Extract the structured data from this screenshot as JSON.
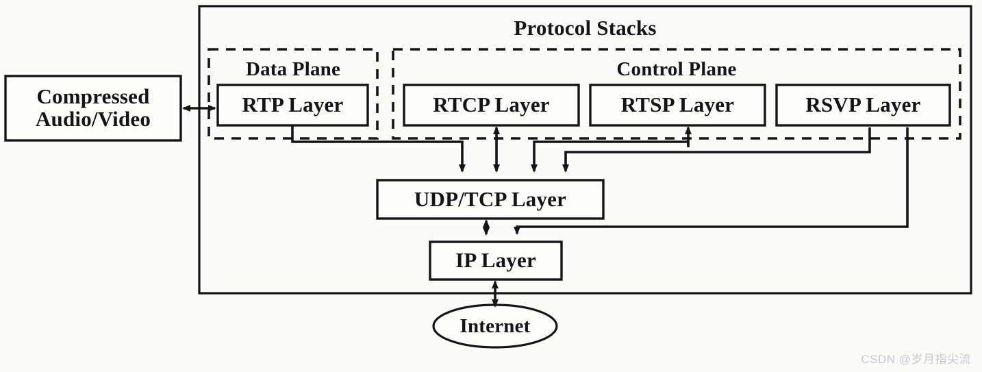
{
  "figure": {
    "title": "Protocol Stacks",
    "type": "block-diagram",
    "background_color": "#fbfbfa",
    "stroke_color": "#151515"
  },
  "groups": {
    "outer": {
      "label": "Protocol Stacks",
      "border_style": "solid"
    },
    "data_plane": {
      "label": "Data Plane",
      "border_style": "dashed"
    },
    "control_plane": {
      "label": "Control Plane",
      "border_style": "dashed"
    }
  },
  "nodes": {
    "source": {
      "label": "Compressed\nAudio/Video",
      "shape": "rect"
    },
    "rtp": {
      "label": "RTP Layer",
      "shape": "rect"
    },
    "rtcp": {
      "label": "RTCP Layer",
      "shape": "rect"
    },
    "rtsp": {
      "label": "RTSP Layer",
      "shape": "rect"
    },
    "rsvp": {
      "label": "RSVP Layer",
      "shape": "rect"
    },
    "transport": {
      "label": "UDP/TCP Layer",
      "shape": "rect"
    },
    "ip": {
      "label": "IP Layer",
      "shape": "rect"
    },
    "internet": {
      "label": "Internet",
      "shape": "ellipse"
    }
  },
  "edges": [
    {
      "from": "source",
      "to": "rtp",
      "direction": "bidirectional"
    },
    {
      "from": "rtp",
      "to": "transport",
      "direction": "forward"
    },
    {
      "from": "rtcp",
      "to": "transport",
      "direction": "bidirectional"
    },
    {
      "from": "rtsp",
      "to": "transport",
      "direction": "bidirectional"
    },
    {
      "from": "rsvp",
      "to": "transport",
      "direction": "forward"
    },
    {
      "from": "transport",
      "to": "ip",
      "direction": "bidirectional"
    },
    {
      "from": "rsvp",
      "to": "ip",
      "direction": "forward"
    },
    {
      "from": "ip",
      "to": "internet",
      "direction": "bidirectional"
    }
  ],
  "watermark": {
    "text": "CSDN @岁月指尖流"
  }
}
